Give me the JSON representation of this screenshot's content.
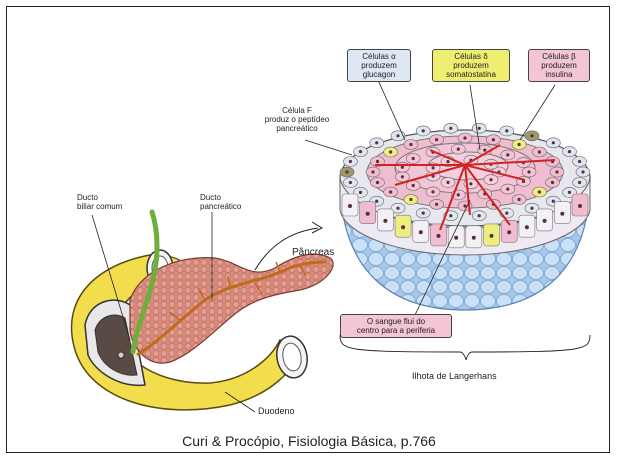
{
  "labels": {
    "alpha_cells": "Células α\nproduzem\nglucagon",
    "delta_cells": "Células δ\nproduzem\nsomatostatina",
    "beta_cells": "Células β\nproduzem\ninsulina",
    "f_cell": "Célula F\nproduz o peptídeo\npancreático",
    "common_bile_duct": "Ducto\nbiliar comum",
    "pancreatic_duct": "Ducto\npancreático",
    "pancreas": "Pâncreas",
    "duodenum": "Duodeno",
    "blood_flow": "O sangue flui do\ncentro para a periferia",
    "islet": "Ilhota de Langerhans"
  },
  "caption": "Curi & Procópio, Fisiologia Básica, p.766",
  "colors": {
    "alpha_box": "#dde8f4",
    "delta_box": "#eeee70",
    "beta_box": "#f3c5d6",
    "blood_box": "#f3c5d6",
    "duodenum": "#f2de4d",
    "pancreas": "#d98c7e",
    "acinar_cells": "#b6d3ef",
    "beta_cell_fill": "#f0bcd0",
    "delta_cell_fill": "#eeee80",
    "vessel": "#d22222",
    "bile_duct": "#6fae3a"
  }
}
